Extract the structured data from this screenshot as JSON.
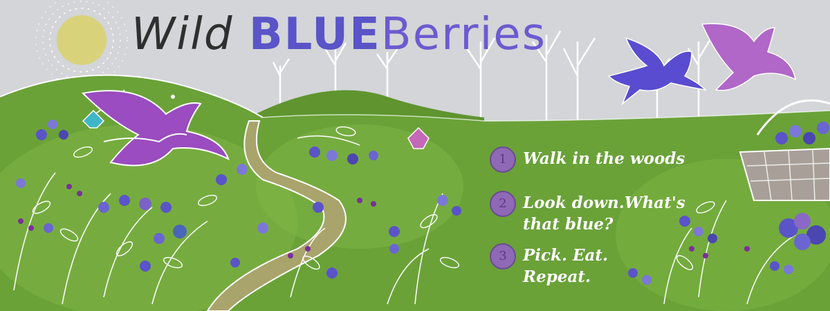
{
  "title": {
    "part1": "Wild ",
    "part2": "BLUE",
    "part3": "Berries"
  },
  "steps": [
    {
      "number": "1",
      "text": "Walk in the woods"
    },
    {
      "number": "2",
      "text": "Look down.What's\nthat blue?"
    },
    {
      "number": "3",
      "text": "Pick. Eat.\nRepeat."
    }
  ],
  "colors": {
    "sky": "#d4d6d8",
    "grass": "#6aa238",
    "hill": "#5a8f2c",
    "sun": "#d8d27a",
    "purple": "#9a5ac4",
    "blue": "#5a54c8",
    "path": "#a7a06a"
  }
}
